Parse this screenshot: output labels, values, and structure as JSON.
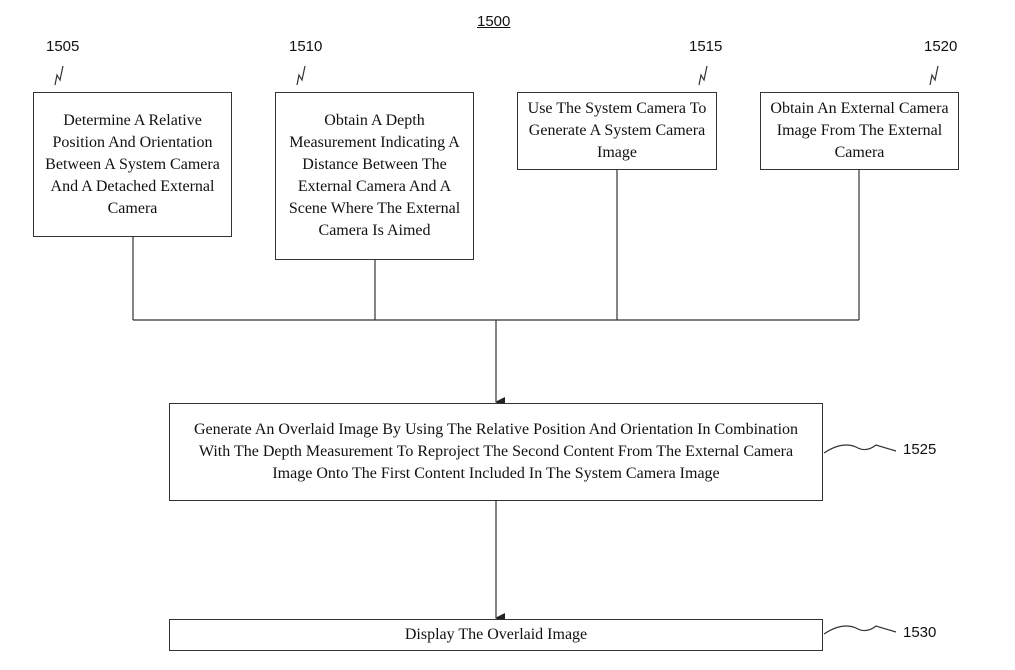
{
  "figure": {
    "label": "1500"
  },
  "steps": [
    {
      "ref": "1505",
      "text": "Determine A Relative Position And Orientation Between A System Camera And A Detached External Camera"
    },
    {
      "ref": "1510",
      "text": "Obtain A Depth Measurement Indicating A Distance Between The External Camera And A Scene Where The External Camera Is Aimed"
    },
    {
      "ref": "1515",
      "text": "Use The System Camera To Generate A System Camera Image"
    },
    {
      "ref": "1520",
      "text": "Obtain An External Camera Image From The External Camera"
    },
    {
      "ref": "1525",
      "text": "Generate An Overlaid Image By Using The Relative Position And Orientation In Combination With The Depth Measurement To Reproject The Second Content From The External Camera Image Onto The First Content Included In The System Camera Image"
    },
    {
      "ref": "1530",
      "text": "Display The Overlaid Image"
    }
  ]
}
